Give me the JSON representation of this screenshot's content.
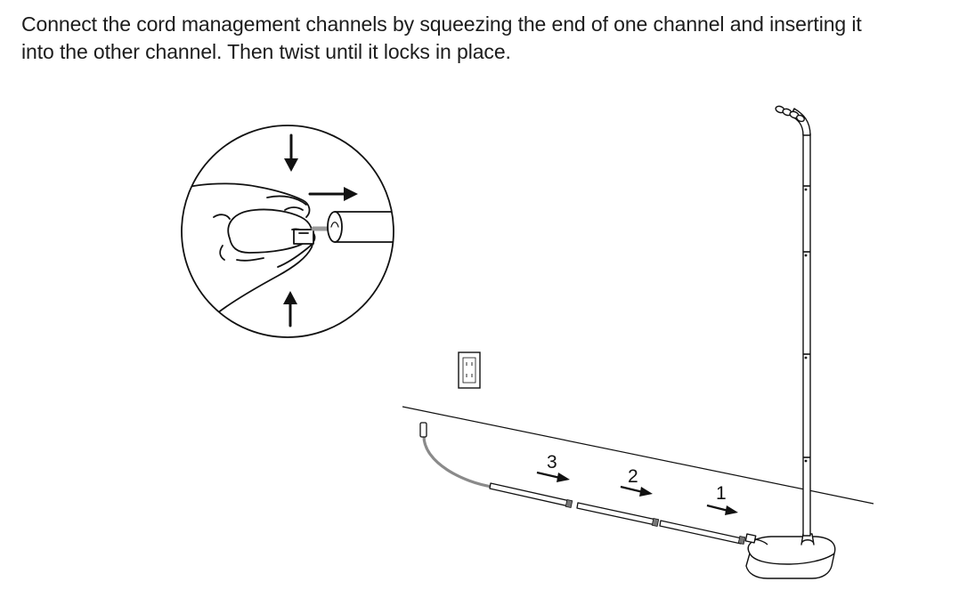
{
  "instructions": {
    "line1": "Connect the cord management channels by squeezing the end of one channel and inserting it",
    "line2": "into the other channel. Then twist until it locks in place."
  },
  "steps": [
    {
      "label": "1"
    },
    {
      "label": "2"
    },
    {
      "label": "3"
    }
  ],
  "colors": {
    "text": "#1c1c1c",
    "line": "#111111",
    "cable": "#8a8a8a"
  },
  "icons": {
    "detail_inset": "hand-squeezing-channel-icon",
    "outlet": "wall-outlet-icon",
    "stand": "microphone-floor-stand-icon"
  }
}
